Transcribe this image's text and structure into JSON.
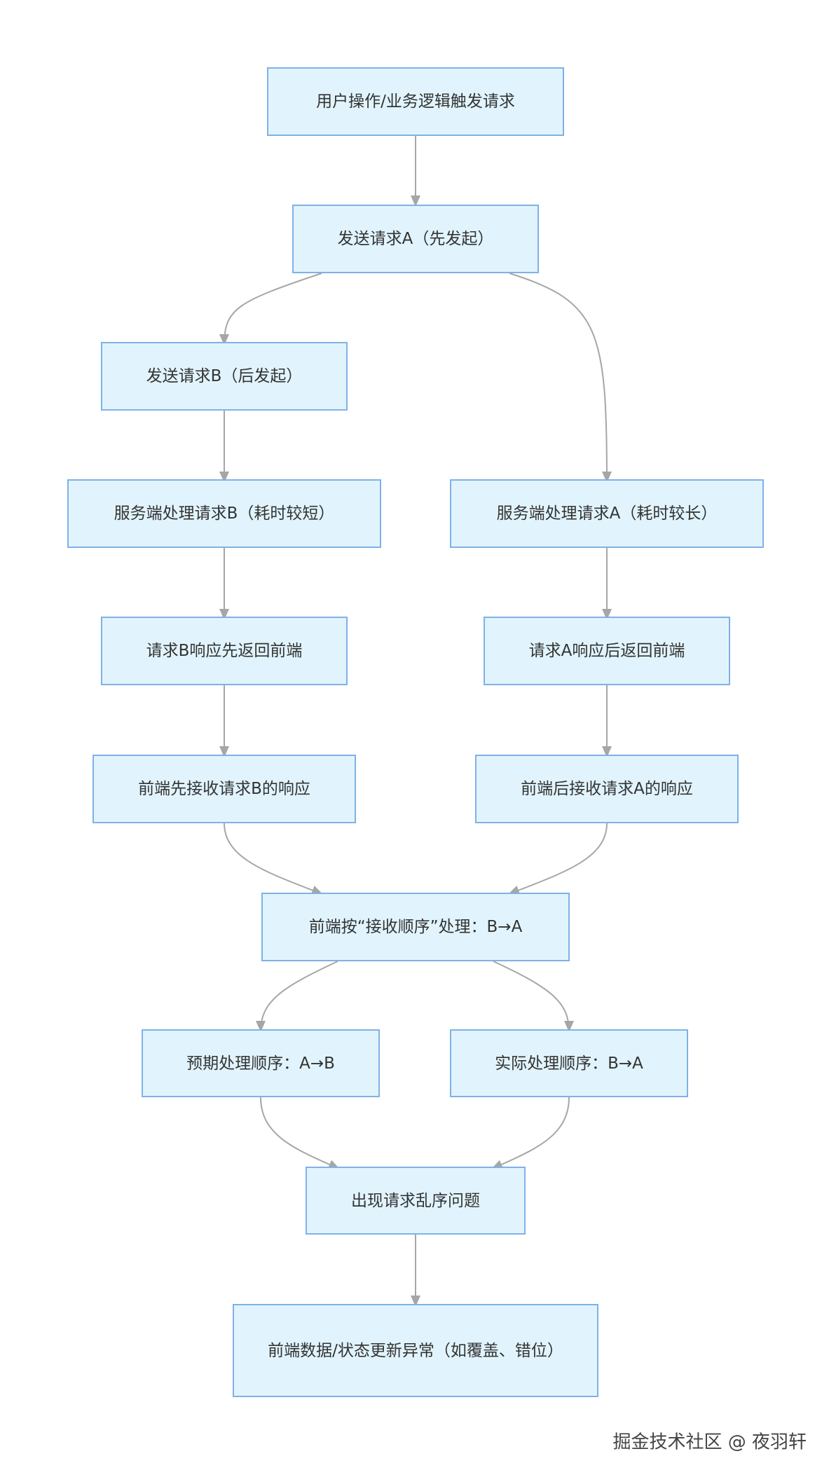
{
  "diagram": {
    "nodes": [
      {
        "id": "n1",
        "label": "用户操作/业务逻辑触发请求"
      },
      {
        "id": "n2",
        "label": "发送请求A（先发起）"
      },
      {
        "id": "n3",
        "label": "发送请求B（后发起）"
      },
      {
        "id": "n4",
        "label": "服务端处理请求B（耗时较短）"
      },
      {
        "id": "n5",
        "label": "服务端处理请求A（耗时较长）"
      },
      {
        "id": "n6",
        "label": "请求B响应先返回前端"
      },
      {
        "id": "n7",
        "label": "请求A响应后返回前端"
      },
      {
        "id": "n8",
        "label": "前端先接收请求B的响应"
      },
      {
        "id": "n9",
        "label": "前端后接收请求A的响应"
      },
      {
        "id": "n10",
        "label": "前端按“接收顺序”处理：B→A"
      },
      {
        "id": "n11",
        "label": "预期处理顺序：A→B"
      },
      {
        "id": "n12",
        "label": "实际处理顺序：B→A"
      },
      {
        "id": "n13",
        "label": "出现请求乱序问题"
      },
      {
        "id": "n14",
        "label": "前端数据/状态更新异常（如覆盖、错位）"
      }
    ],
    "edges": [
      {
        "from": "n1",
        "to": "n2"
      },
      {
        "from": "n2",
        "to": "n3"
      },
      {
        "from": "n2",
        "to": "n5"
      },
      {
        "from": "n3",
        "to": "n4"
      },
      {
        "from": "n4",
        "to": "n6"
      },
      {
        "from": "n5",
        "to": "n7"
      },
      {
        "from": "n6",
        "to": "n8"
      },
      {
        "from": "n7",
        "to": "n9"
      },
      {
        "from": "n8",
        "to": "n10"
      },
      {
        "from": "n9",
        "to": "n10"
      },
      {
        "from": "n10",
        "to": "n11"
      },
      {
        "from": "n10",
        "to": "n12"
      },
      {
        "from": "n11",
        "to": "n13"
      },
      {
        "from": "n12",
        "to": "n13"
      },
      {
        "from": "n13",
        "to": "n14"
      }
    ],
    "colors": {
      "node_fill": "#e1f4fd",
      "node_border": "#7fb1e8",
      "edge": "#a6a6a6",
      "text": "#333333"
    }
  },
  "watermark": {
    "text": "掘金技术社区 @ 夜羽轩"
  }
}
